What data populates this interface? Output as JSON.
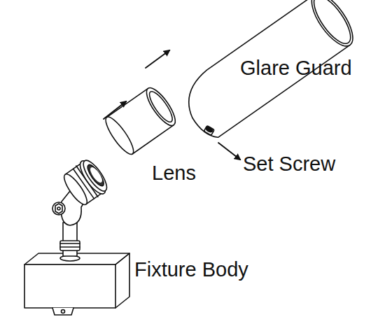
{
  "diagram": {
    "labels": [
      "Glare Guard",
      "Lens",
      "Set Screw",
      "Fixture Body"
    ]
  }
}
